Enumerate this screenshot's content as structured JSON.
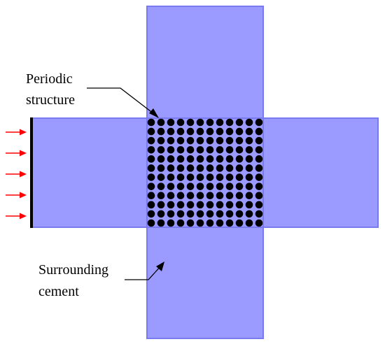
{
  "labels": {
    "periodic_structure": [
      "Periodic",
      "structure"
    ],
    "surrounding_cement": [
      "Surrounding",
      "cement"
    ]
  },
  "lattice": {
    "rows": 12,
    "cols": 12
  },
  "incident_arrow_count": 5,
  "colors": {
    "cement_fill": "#9b9bff",
    "cement_stroke": "#7a7af0",
    "scatterer": "#000000",
    "incident_arrow": "#ff0000",
    "source_line": "#000000"
  }
}
